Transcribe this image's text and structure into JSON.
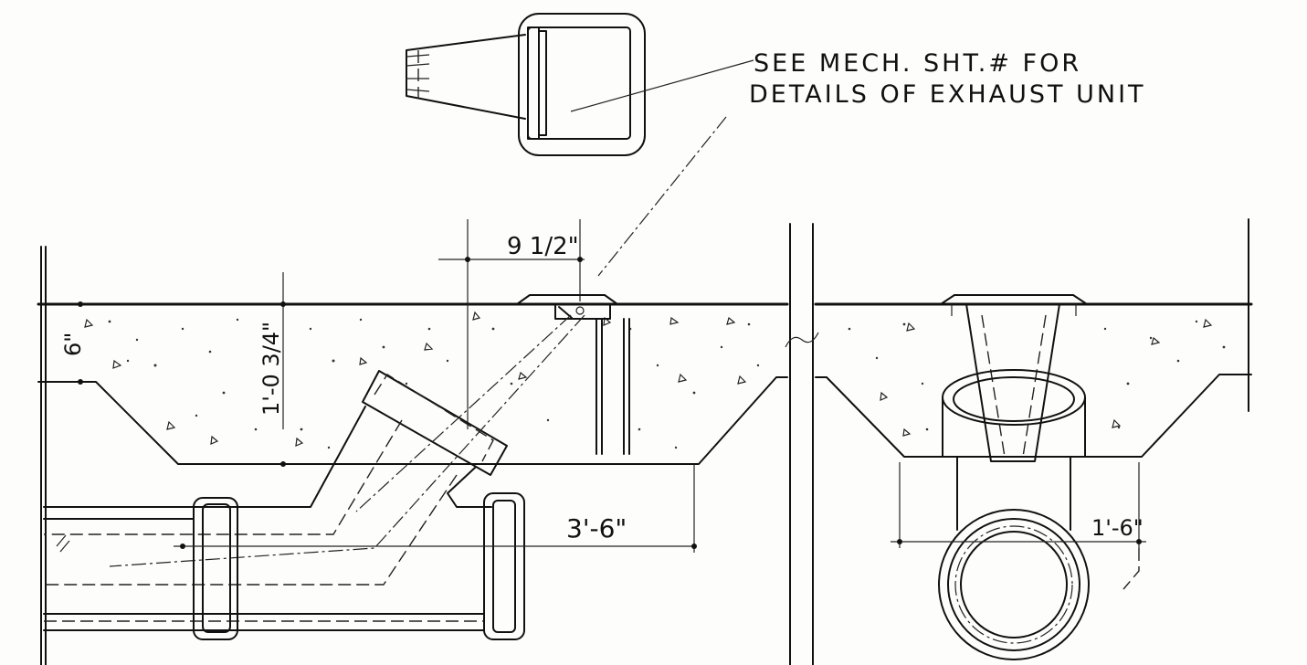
{
  "note": {
    "line1": "SEE MECH. SHT.# FOR",
    "line2": "DETAILS OF EXHAUST UNIT"
  },
  "dimensions": {
    "offset": "9 1/2\"",
    "slab_top": "6\"",
    "slab_depth": "1'-0 3/4\"",
    "run": "3'-6\"",
    "depth_right": "1'-6\""
  },
  "colors": {
    "ink": "#111111",
    "paper": "#fdfdfc"
  }
}
